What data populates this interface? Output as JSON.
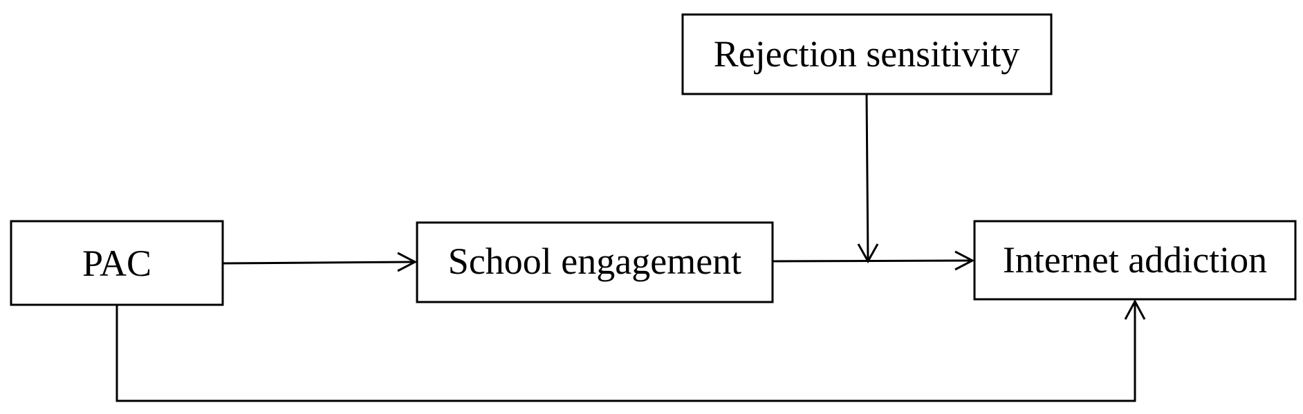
{
  "diagram": {
    "nodes": {
      "pac": {
        "label": "PAC"
      },
      "school_engagement": {
        "label": "School engagement"
      },
      "rejection_sensitivity": {
        "label": "Rejection sensitivity"
      },
      "internet_addiction": {
        "label": "Internet addiction"
      }
    },
    "edges": [
      {
        "from": "PAC",
        "to": "School engagement"
      },
      {
        "from": "School engagement",
        "to": "Internet addiction"
      },
      {
        "from": "Rejection sensitivity",
        "to": "School engagement → Internet addiction path"
      },
      {
        "from": "PAC",
        "to": "Internet addiction"
      }
    ],
    "colors": {
      "stroke": "#000000",
      "background": "#ffffff"
    }
  }
}
